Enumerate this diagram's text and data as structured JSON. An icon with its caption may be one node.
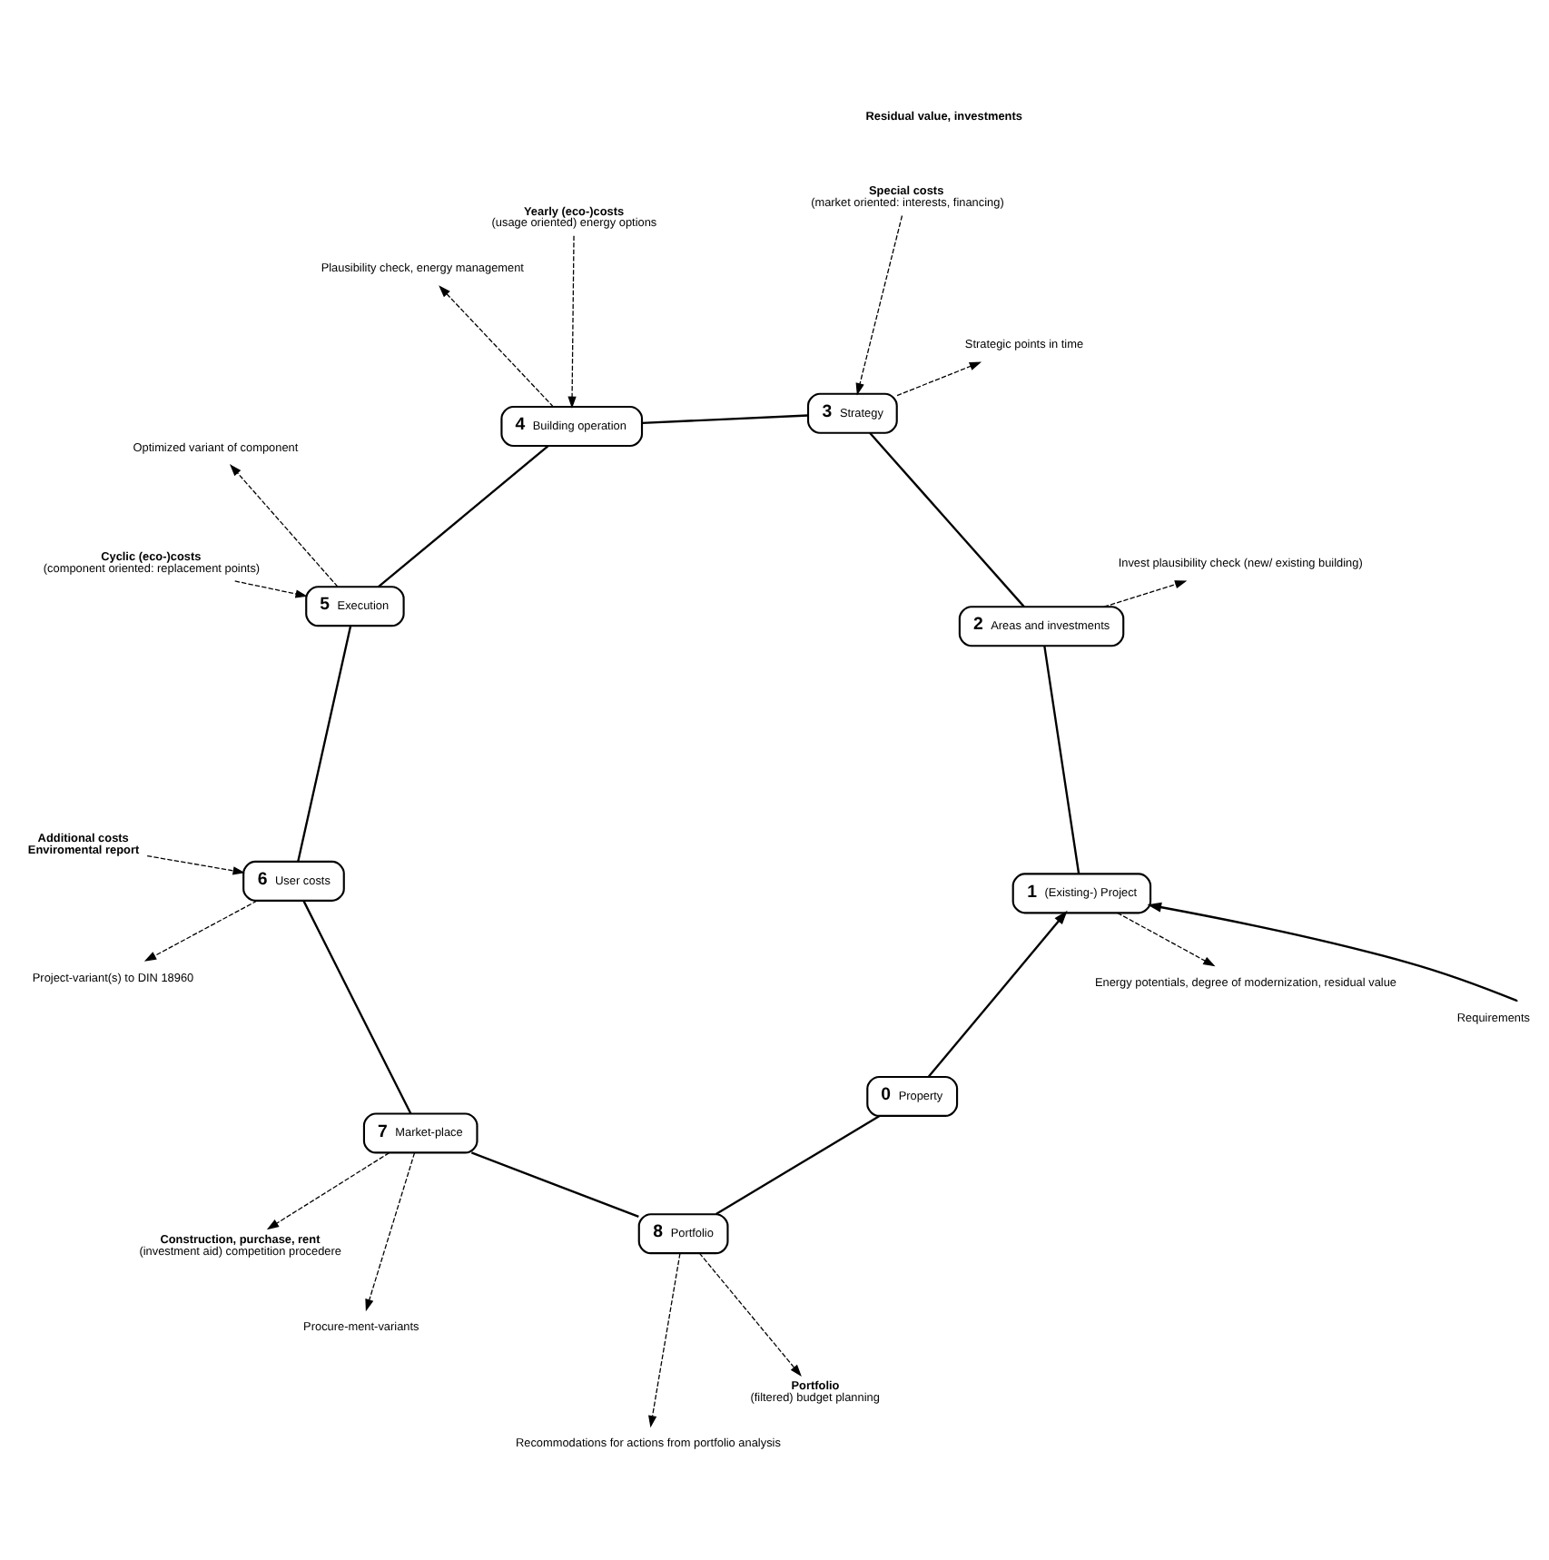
{
  "diagram": {
    "nodes": [
      {
        "text": [
          "0",
          "Property"
        ]
      },
      {
        "text": [
          "1",
          "(Existing-) Project"
        ]
      },
      {
        "text": [
          "2",
          "Areas and investments"
        ]
      },
      {
        "text": [
          "3",
          "Strategy"
        ]
      },
      {
        "text": [
          "4",
          "Building operation"
        ]
      },
      {
        "text": [
          "5",
          "Execution"
        ]
      },
      {
        "text": [
          "6",
          "User costs"
        ]
      },
      {
        "text": [
          "7",
          "Market-place"
        ]
      },
      {
        "text": [
          "8",
          "Portfolio"
        ]
      },
      {
        "text": [
          "Energy potentials, degree of modernization, residual value"
        ]
      },
      {
        "text": [
          "Recommodations for actions from portfolio analysis"
        ]
      },
      {
        "text": [
          "Invest plausibility check (new/ existing building)"
        ]
      },
      {
        "text": [
          "Portfolio",
          "(filtered) budget planning"
        ]
      },
      {
        "text": [
          "Special costs",
          "(market oriented: interests, financing)"
        ]
      },
      {
        "text": [
          "Yearly (eco-)costs",
          "(usage oriented) energy options"
        ]
      },
      {
        "text": [
          "Strategic points in time"
        ]
      },
      {
        "text": [
          "Procure-ment-variants"
        ]
      },
      {
        "text": [
          "Construction, purchase, rent",
          "(investment aid) competition procedere"
        ]
      },
      {
        "text": [
          "Cyclic (eco-)costs",
          "(component oriented: replacement points)"
        ]
      },
      {
        "text": [
          "Additional costs",
          "Enviromental report"
        ]
      },
      {
        "text": [
          "Plausibility check, energy management"
        ]
      },
      {
        "text": [
          "Project-variant(s) to DIN 18960"
        ]
      },
      {
        "text": [
          "Optimized variant of component"
        ]
      }
    ],
    "edges": [
      {
        "from": null,
        "to": 1,
        "arrow": "to",
        "label": "Requirements"
      },
      {
        "from": 0,
        "to": 1,
        "arrow": "to"
      },
      {
        "from": 1,
        "to": 2,
        "arrow": "none"
      },
      {
        "from": 2,
        "to": 3,
        "arrow": "none"
      },
      {
        "from": 3,
        "to": 4,
        "arrow": "none"
      },
      {
        "from": 4,
        "to": 5,
        "arrow": "none"
      },
      {
        "from": 5,
        "to": 6,
        "arrow": "none"
      },
      {
        "from": 6,
        "to": 7,
        "arrow": "none"
      },
      {
        "from": 7,
        "to": 8,
        "arrow": "none"
      },
      {
        "from": 8,
        "to": 0,
        "arrow": "none"
      },
      {
        "from": 1,
        "to": 9,
        "arrow": "to",
        "style": "dashed"
      },
      {
        "from": 2,
        "to": 11,
        "arrow": "to",
        "style": "dashed"
      },
      {
        "from": 3,
        "to": 15,
        "arrow": "to",
        "style": "dashed"
      },
      {
        "from": 4,
        "to": 20,
        "arrow": "to",
        "style": "dashed"
      },
      {
        "from": 5,
        "to": 22,
        "arrow": "to",
        "style": "dashed"
      },
      {
        "from": 6,
        "to": 21,
        "arrow": "to",
        "style": "dashed"
      },
      {
        "from": 7,
        "to": 16,
        "arrow": "to",
        "style": "dashed"
      },
      {
        "from": 8,
        "to": 10,
        "arrow": "to",
        "style": "dashed"
      },
      {
        "from": 8,
        "to": 12,
        "arrow": "to",
        "style": "dashed"
      },
      {
        "from": 13,
        "to": 3,
        "arrow": "to",
        "style": "dashed"
      },
      {
        "from": 14,
        "to": 4,
        "arrow": "to",
        "style": "dashed"
      },
      {
        "from": 18,
        "to": 5,
        "arrow": "to",
        "style": "dashed"
      },
      {
        "from": 19,
        "to": 6,
        "arrow": "to",
        "style": "dashed"
      },
      {
        "from": 7,
        "to": 17,
        "arrow": "to",
        "style": "dashed"
      }
    ],
    "labels": [
      "Residual value, investments"
    ]
  }
}
